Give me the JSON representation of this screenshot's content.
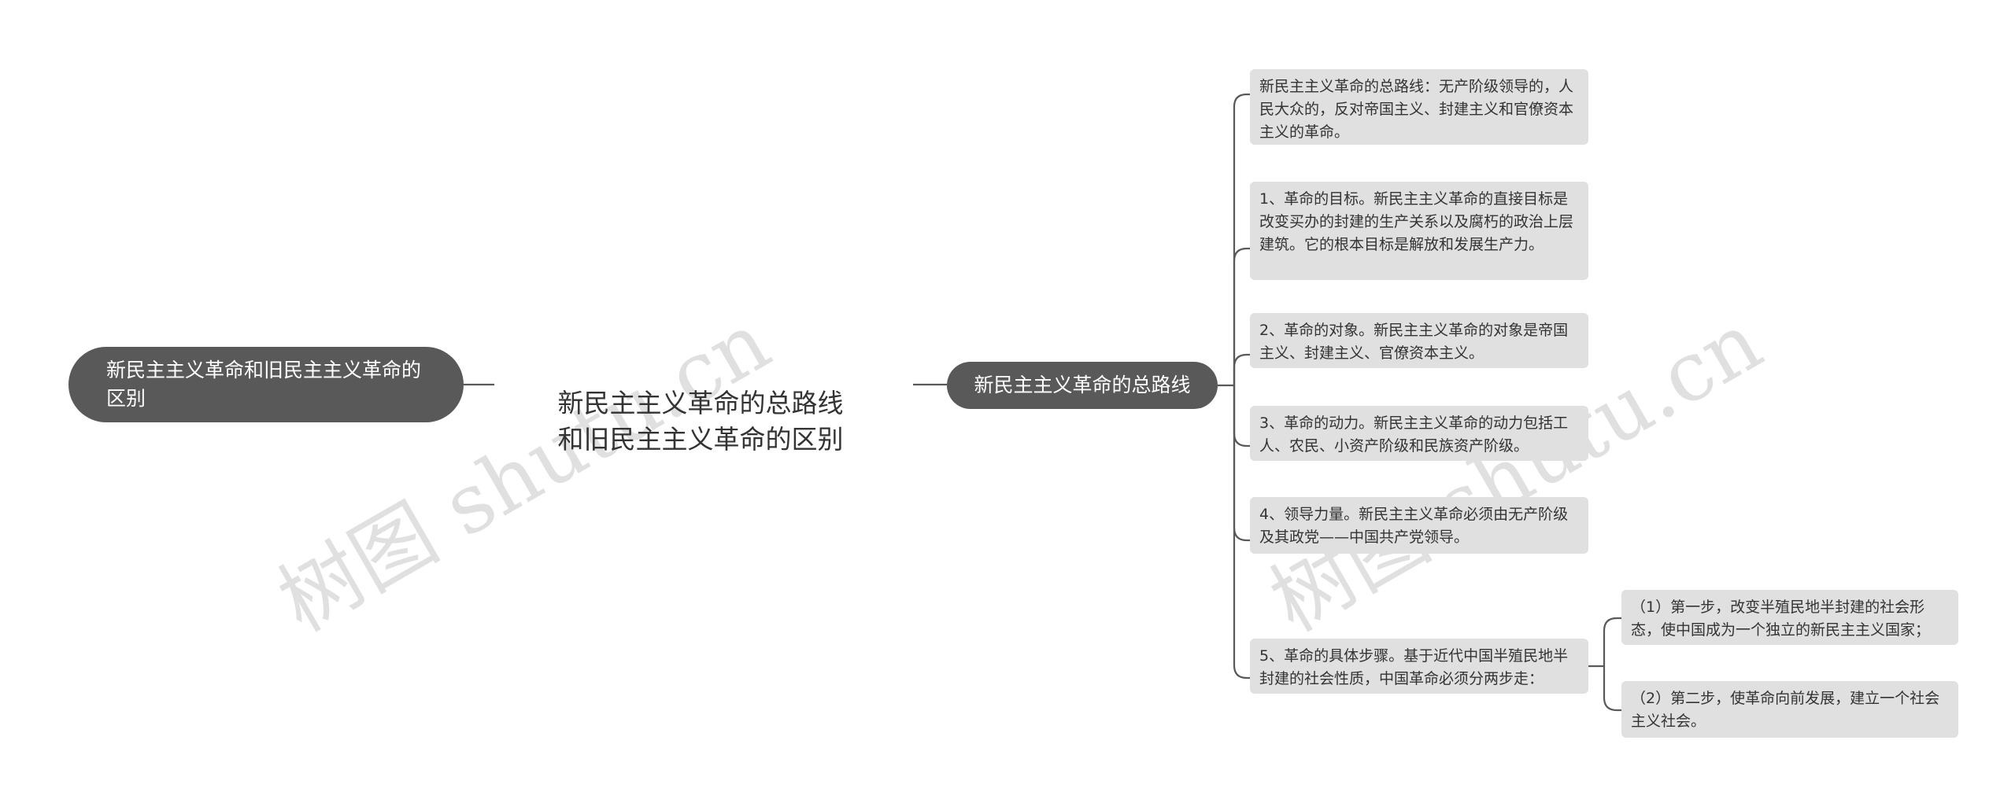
{
  "colors": {
    "line": "#595959",
    "dark_node": "#595959",
    "leaf_bg": "#e0e0e0",
    "text": "#333333"
  },
  "watermarks": [
    "树图 shutu.cn",
    "树图 shutu.cn"
  ],
  "mindmap": {
    "left_node": "新民主主义革命和旧民主主义革命的区别",
    "root": "新民主主义革命的总路线\n和旧民主主义革命的区别",
    "right_node": "新民主主义革命的总路线",
    "leaves": [
      "新民主主义革命的总路线：无产阶级领导的，人民大众的，反对帝国主义、封建主义和官僚资本主义的革命。",
      "1、革命的目标。新民主主义革命的直接目标是改变买办的封建的生产关系以及腐朽的政治上层建筑。它的根本目标是解放和发展生产力。",
      "2、革命的对象。新民主主义革命的对象是帝国主义、封建主义、官僚资本主义。",
      "3、革命的动力。新民主主义革命的动力包括工人、农民、小资产阶级和民族资产阶级。",
      "4、领导力量。新民主主义革命必须由无产阶级及其政党——中国共产党领导。",
      "5、革命的具体步骤。基于近代中国半殖民地半封建的社会性质，中国革命必须分两步走："
    ],
    "sub_leaves": [
      "（1）第一步，改变半殖民地半封建的社会形态，使中国成为一个独立的新民主主义国家；",
      "（2）第二步，使革命向前发展，建立一个社会主义社会。"
    ]
  }
}
